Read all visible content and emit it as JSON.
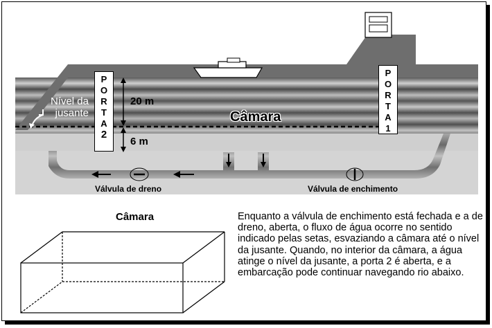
{
  "gates": {
    "gate2": [
      "P",
      "O",
      "R",
      "T",
      "A",
      "2"
    ],
    "gate1": [
      "P",
      "O",
      "R",
      "T",
      "A",
      "1"
    ]
  },
  "labels": {
    "downstream_level": "Nível da jusante",
    "chamber": "Câmara",
    "height_upper": "20 m",
    "height_lower": "6 m",
    "drain_valve": "Válvula de dreno",
    "fill_valve": "Válvula de enchimento"
  },
  "box_title": "Câmara",
  "description": "Enquanto a válvula de enchimento está fechada e a de dreno, aberta, o fluxo de água ocorre no sentido indicado pelas setas, esvaziando a câmara até o nível da jusante. Quando, no interior da câmara, a água atinge o nível da jusante, a porta 2 é aberta, e a embarcação pode continuar navegando rio abaixo.",
  "colors": {
    "water_dark": "#4a4a4a",
    "water_light": "#bdbdbd",
    "structure": "#6e6e6e",
    "channel": "#d0d0d0"
  }
}
